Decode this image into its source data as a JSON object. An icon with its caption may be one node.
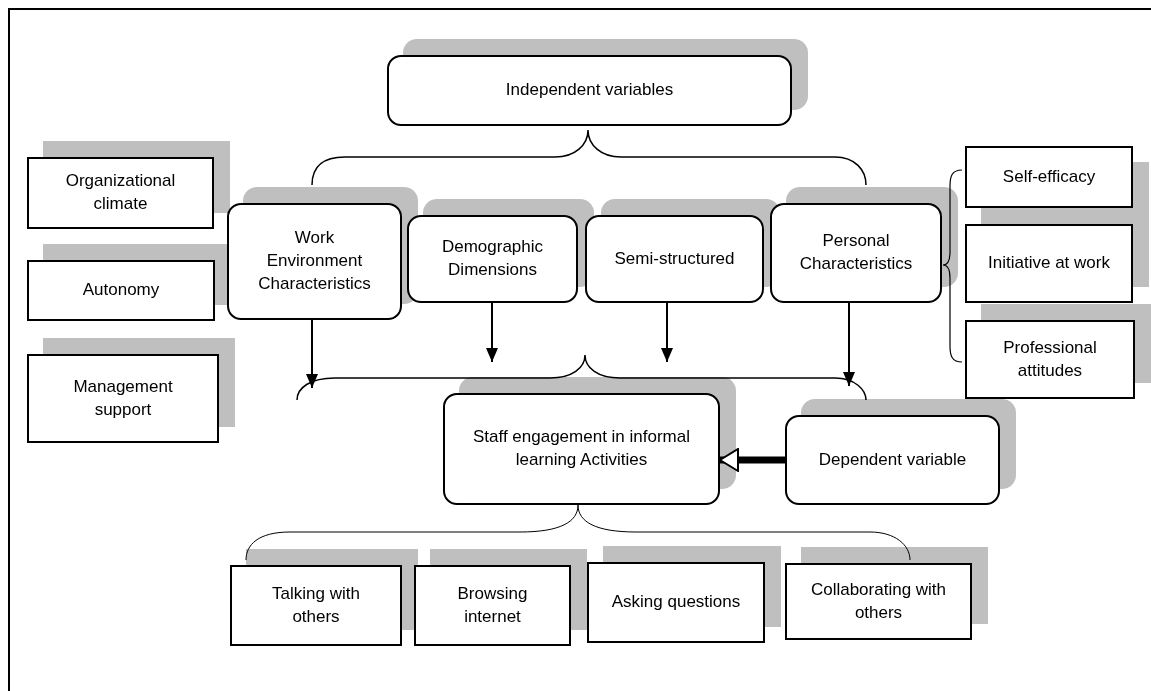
{
  "diagram": {
    "nodes": [
      {
        "text": [
          "Independent variables"
        ]
      },
      {
        "text": [
          "Organizational climate"
        ]
      },
      {
        "text": [
          "Autonomy"
        ]
      },
      {
        "text": [
          "Management support"
        ]
      },
      {
        "text": [
          "Work Environment Characteristics"
        ]
      },
      {
        "text": [
          "Demographic Dimensions"
        ]
      },
      {
        "text": [
          "Semi-structured"
        ]
      },
      {
        "text": [
          "Personal Characteristics"
        ]
      },
      {
        "text": [
          "Self-efficacy"
        ]
      },
      {
        "text": [
          "Initiative at work"
        ]
      },
      {
        "text": [
          "Professional attitudes"
        ]
      },
      {
        "text": [
          "Staff engagement in informal learning Activities"
        ]
      },
      {
        "text": [
          "Dependent variable"
        ]
      },
      {
        "text": [
          "Talking with others"
        ]
      },
      {
        "text": [
          "Browsing internet"
        ]
      },
      {
        "text": [
          "Asking questions"
        ]
      },
      {
        "text": [
          "Collaborating with others"
        ]
      }
    ],
    "edges": [
      {
        "from": 4,
        "to": 11,
        "arrow": "to"
      },
      {
        "from": 5,
        "to": 11,
        "arrow": "to"
      },
      {
        "from": 6,
        "to": 11,
        "arrow": "to"
      },
      {
        "from": 7,
        "to": 11,
        "arrow": "to"
      },
      {
        "from": 12,
        "to": 11,
        "arrow": "to",
        "style": "thick"
      }
    ]
  }
}
